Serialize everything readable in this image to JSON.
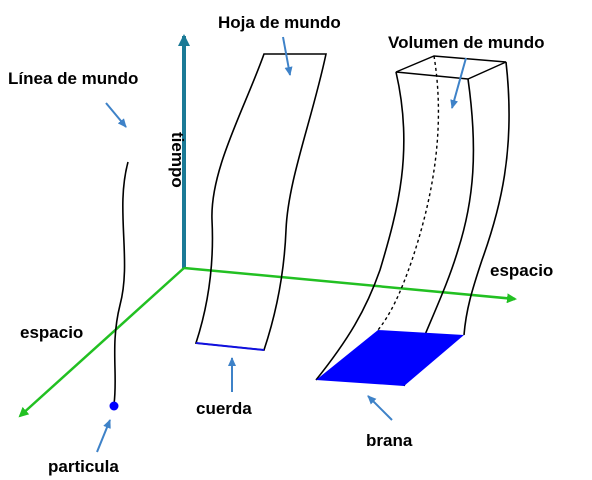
{
  "labels": {
    "world_line": "Línea de mundo",
    "world_sheet": "Hoja de mundo",
    "world_volume": "Volumen de mundo",
    "time_axis": "tiempo",
    "space_axis_right": "espacio",
    "space_axis_left": "espacio",
    "particle": "particula",
    "string": "cuerda",
    "brane": "brana"
  },
  "colors": {
    "time_axis": "#1a7a96",
    "space_axes": "#22c022",
    "pointer_arrows": "#3e82c8",
    "brane_fill": "#0000ff",
    "string_segment": "#1010e0",
    "particle_dot": "#0000ff",
    "outline": "#000000"
  }
}
